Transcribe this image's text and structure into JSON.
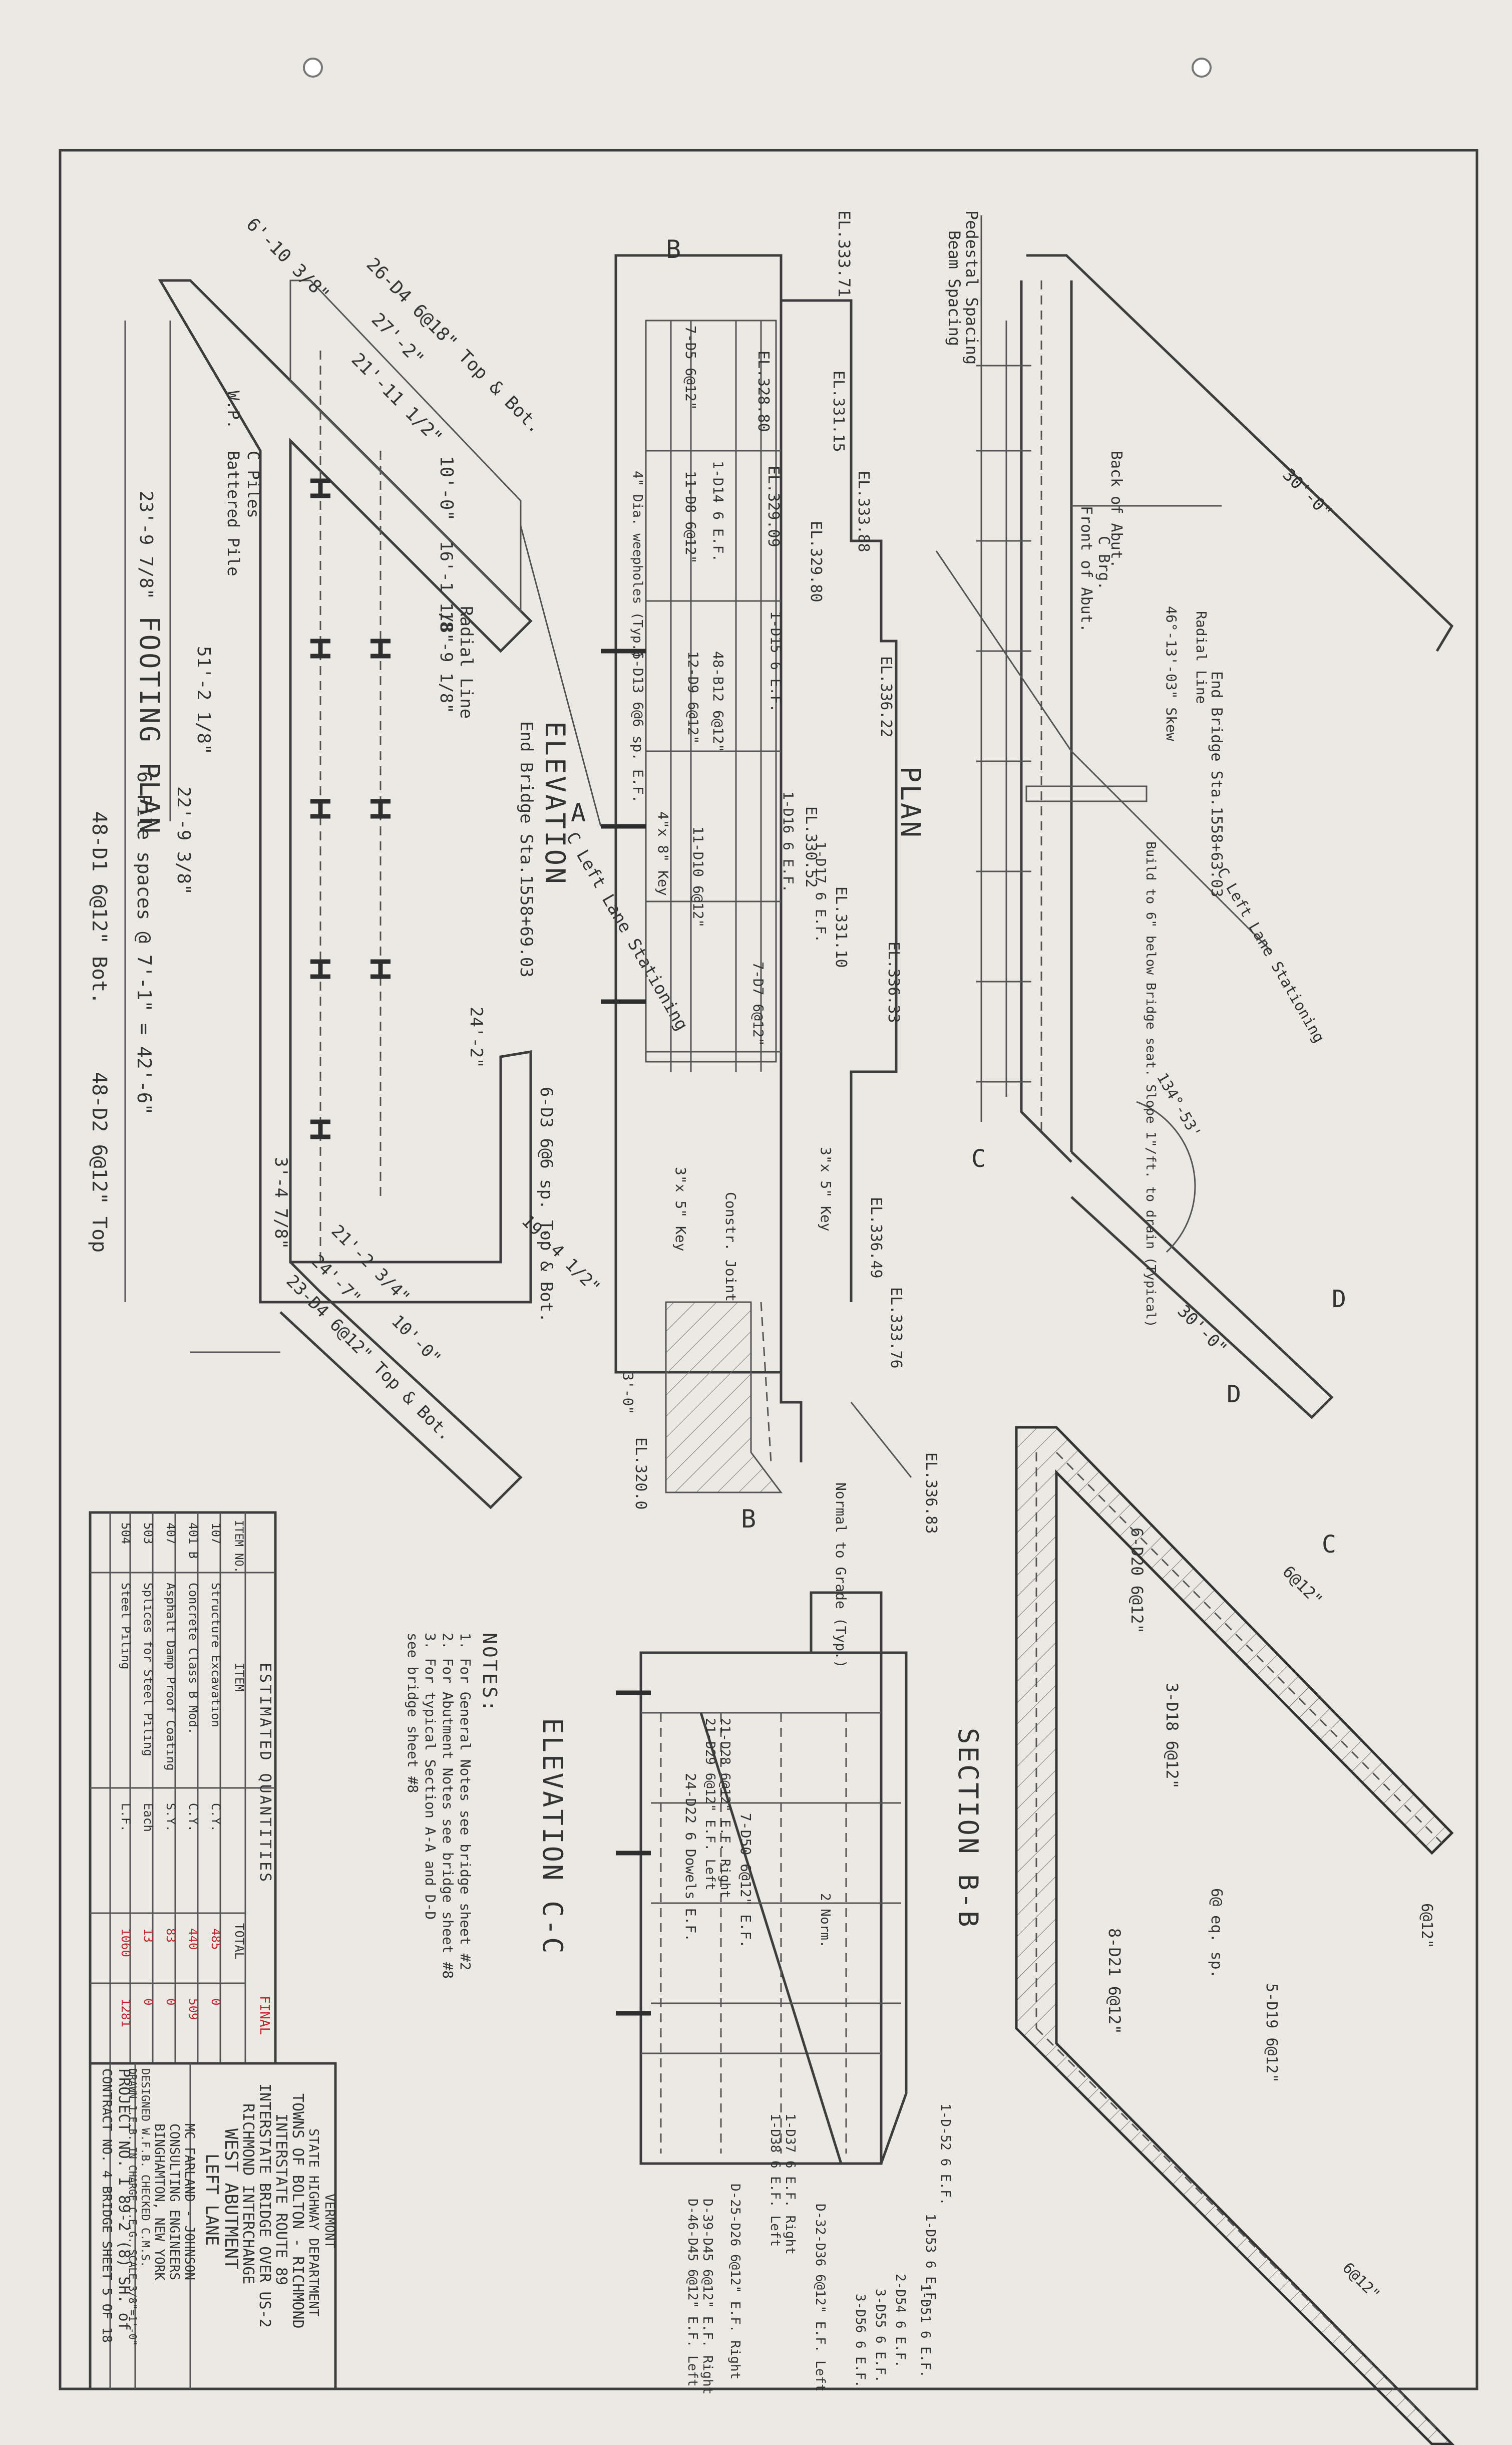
{
  "views": {
    "footing_plan": "FOOTING PLAN",
    "elevation": "ELEVATION",
    "plan": "PLAN",
    "section_bb": "SECTION B-B",
    "elevation_cc": "ELEVATION C-C"
  },
  "footing_dims": {
    "d1": "6'-10 3/8\"",
    "d2": "26-D4 6@18\" Top & Bot.",
    "d3": "27'-2\"",
    "d4": "21'-11 1/2\"",
    "d5": "10'-0\"",
    "d6": "16'-1 1/8\"",
    "d7": "18'-9 1/8\"",
    "d8": "51'-2 1/8\"",
    "d9": "6 Pile spaces @ 7'-1\" = 42'-6\"",
    "d10": "48-D1 6@12\" Bot.",
    "d11": "48-D2 6@12\" Top",
    "d12": "23'-9 7/8\"",
    "d13": "22'-9 3/8\"",
    "d14": "24'-2\"",
    "d15": "6-D3 6@6 sp. Top & Bot.",
    "d16": "19'-4 1/2\"",
    "d17": "3'-4 7/8\"",
    "d18": "21'-2 3/4\"",
    "d19": "24'-7\"",
    "d20": "23-D4 6@12\" Top & Bot.",
    "d21": "10'-0\"",
    "wp": "W.P.",
    "piles": "C Piles",
    "battered": "Battered Pile",
    "radial": "Radial Line",
    "end_bridge": "End Bridge Sta.1558+69.03",
    "left_lane": "C Left Lane Stationing"
  },
  "elevation_labels": {
    "el1": "EL.333.71",
    "el2": "EL.328.80",
    "el3": "EL.329.09",
    "el4": "EL.329.80",
    "el5": "EL.331.15",
    "el6": "EL.333.88",
    "el7": "EL.336.22",
    "el8": "EL.330.52",
    "el9": "EL.331.10",
    "el10": "EL.336.33",
    "el11": "EL.336.49",
    "el12": "EL.333.76",
    "el13": "EL.336.83",
    "el14": "EL.320.0",
    "r1": "7-D5 6@12\"",
    "r2": "1-D14 6 E.F.",
    "r3": "11-D8 6@12\"",
    "r4": "4\" Dia. weepholes (Typ.)",
    "r5": "12-D9 6@12\"",
    "r6": "6-D13 6@6 sp. E.F.",
    "r7": "4\"x 8\" Key",
    "r8": "1-D15 6 E.F.",
    "r9": "48-B12 6@12\"",
    "r10": "1-D16 6 E.F.",
    "r11": "11-D10 6@12\"",
    "r12": "1-D17 6 E.F.",
    "r13": "7-D7 6@12\"",
    "r14": "3\"x 5\" Key",
    "r15": "Constr. Joint",
    "r16": "3\"x 5\" Key",
    "r17": "Normal to Grade (Typ.)",
    "r18": "3'-0\"",
    "b": "B",
    "a": "A"
  },
  "plan_labels": {
    "p1": "Pedestal Spacing",
    "p2": "Beam Spacing",
    "p3": "30'-0\"",
    "p4": "Back of Abut.",
    "p5": "Front of Abut.",
    "p6": "C Brg.",
    "p7": "46°-13'-03\" Skew",
    "p8": "Radial Line",
    "p9": "End Bridge Sta.1558+63.03",
    "p10": "C Left Lane Stationing",
    "p11": "Build to 6\" below Bridge seat. Slope 1\"/ft. to drain (Typical)",
    "p12": "134°-53'",
    "p13": "30'-0\"",
    "p14": "C",
    "p15": "D"
  },
  "section_labels": {
    "s1": "6-D20 6@12\"",
    "s2": "6@12\"",
    "s3": "3-D18 6@12\"",
    "s4": "8-D21 6@12\"",
    "s5": "6@ eq. sp.",
    "s6": "5-D19 6@12\"",
    "s7": "6@12\"",
    "s8": "6@12\""
  },
  "elevation_cc_labels": {
    "c1": "24-D22 6 Dowels E.F.",
    "c2": "7-D50 6@12\" E.F.",
    "c3": "21-D28 6@12\" E.F. Right",
    "c4": "21-D29 6@12\" E.F. Left",
    "c5": "1-D37 6 E.F. Right",
    "c6": "1-D38 6 E.F. Left",
    "c7": "D-39-D45 6@12\" E.F. Right",
    "c8": "D-46-D45 6@12\" E.F. Left",
    "c9": "1-D53 6 E.F.",
    "c10": "1-D-52 6 E.F.",
    "c11": "1-D51 6 E.F.",
    "c12": "2-D54 6 E.F.",
    "c13": "3-D55 6 E.F.",
    "c14": "3-D56 6 E.F.",
    "c15": "2 Norm.",
    "c16": "D-25-D26 6@12\" E.F. Right",
    "c17": "D-32-D36 6@12\" E.F. Left"
  },
  "notes": {
    "heading": "NOTES:",
    "lines": [
      "1. For General Notes see bridge sheet #2",
      "2. For Abutment Notes see bridge sheet #8",
      "3. For typical Section A-A and D-D",
      "   see bridge sheet #8"
    ]
  },
  "quantities": {
    "title": "ESTIMATED QUANTITIES",
    "headers": [
      "ITEM NO.",
      "ITEM",
      "",
      "TOTAL",
      "FINAL"
    ],
    "rows": [
      {
        "no": "107",
        "item": "Structure Excavation",
        "unit": "C.Y.",
        "total": "485",
        "final": "0"
      },
      {
        "no": "401 B",
        "item": "Concrete Class B Mod.",
        "unit": "C.Y.",
        "total": "440",
        "final": "509"
      },
      {
        "no": "407",
        "item": "Asphalt Damp Proof Coating",
        "unit": "S.Y.",
        "total": "83",
        "final": "0"
      },
      {
        "no": "503",
        "item": "Splices for Steel Piling",
        "unit": "Each",
        "total": "13",
        "final": "0"
      },
      {
        "no": "504",
        "item": "Steel Piling",
        "unit": "L.F.",
        "total": "1060",
        "final": "1281"
      }
    ]
  },
  "title_block": {
    "l1": "VERMONT",
    "l2": "STATE HIGHWAY DEPARTMENT",
    "l3": "TOWNS OF BOLTON - RICHMOND",
    "l4": "INTERSTATE ROUTE 89",
    "l5": "INTERSTATE BRIDGE OVER US-2",
    "l6": "RICHMOND INTERCHANGE",
    "l7": "WEST ABUTMENT",
    "l8": "LEFT LANE",
    "l9": "MC FARLAND - JOHNSON",
    "l10": "CONSULTING ENGINEERS",
    "l11": "BINGHAMTON, NEW YORK",
    "l12": "DESIGNED W.F.B.  CHECKED C.M.S.",
    "l13": "DRAWN J.E.B.  IN CHARGE C.E.G.  SCALE 3/8\"=1'-0\"",
    "l14": "PROJECT NO. I 89-2 (8) SH. of",
    "l15": "CONTRACT NO. 4   BRIDGE SHEET 5 OF 18"
  }
}
